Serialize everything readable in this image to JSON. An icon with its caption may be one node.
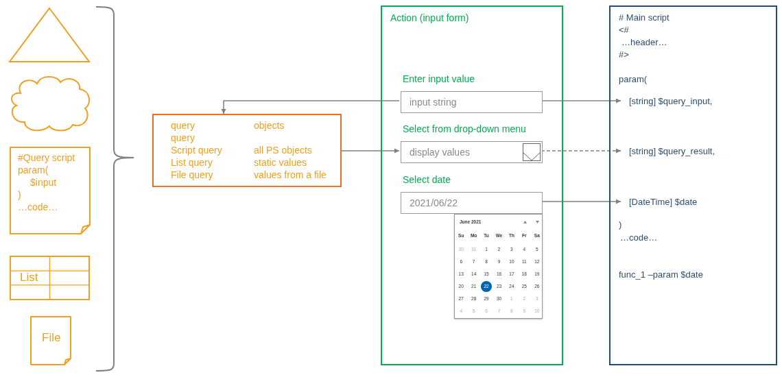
{
  "diagram": {
    "nodes": [
      {
        "text": [],
        "shape": "triangle"
      },
      {
        "text": [],
        "shape": "cloud"
      },
      {
        "text": [
          "#Query script",
          "param(",
          "$input",
          ")",
          "…code…"
        ]
      },
      {
        "text": [
          "List"
        ]
      },
      {
        "text": [
          "File"
        ]
      },
      {
        "text": [
          "query",
          "query",
          "Script query",
          "List query",
          "File query",
          "objects",
          "all PS objects",
          "static values",
          "values from a file"
        ]
      },
      {
        "text": [
          "Action (input form)"
        ]
      },
      {
        "text": [
          "input string"
        ],
        "in": 6,
        "beside": [
          "Enter input value"
        ]
      },
      {
        "text": [
          "display values"
        ],
        "in": 6,
        "beside": [
          "Select from drop-down menu"
        ]
      },
      {
        "text": [
          "2021/06/22"
        ],
        "in": 6,
        "beside": [
          "Select date"
        ]
      },
      {
        "text": [
          "June 2021",
          "Su",
          "Mo",
          "Tu",
          "We",
          "Th",
          "Fr",
          "Sa",
          "30",
          "31",
          "1",
          "2",
          "3",
          "4",
          "5",
          "6",
          "7",
          "8",
          "9",
          "10",
          "11",
          "12",
          "13",
          "14",
          "15",
          "16",
          "17",
          "18",
          "19",
          "20",
          "21",
          "22",
          "23",
          "24",
          "25",
          "26",
          "27",
          "28",
          "29",
          "30",
          "1",
          "2",
          "3",
          "4",
          "5",
          "6",
          "7",
          "8",
          "9",
          "10"
        ],
        "in": 6
      },
      {
        "text": [
          "# Main script",
          "<#",
          "…header…",
          "#>",
          "param(",
          ")",
          "…code…",
          "func_1 –param $date"
        ]
      },
      {
        "text": [
          "[string] $query_input,"
        ],
        "in": 11
      },
      {
        "text": [
          "[string] $query_result,"
        ],
        "in": 11
      },
      {
        "text": [
          "[DateTime] $date"
        ],
        "in": 11
      }
    ],
    "edges": [
      {
        "from": 7,
        "to": 5,
        "arrow": "to"
      },
      {
        "from": 5,
        "to": 8,
        "arrow": "to"
      },
      {
        "from": 7,
        "to": 12,
        "arrow": "to"
      },
      {
        "from": 8,
        "to": 13,
        "arrow": "to",
        "style": "dashed"
      },
      {
        "from": 9,
        "to": 14,
        "arrow": "to"
      }
    ]
  }
}
